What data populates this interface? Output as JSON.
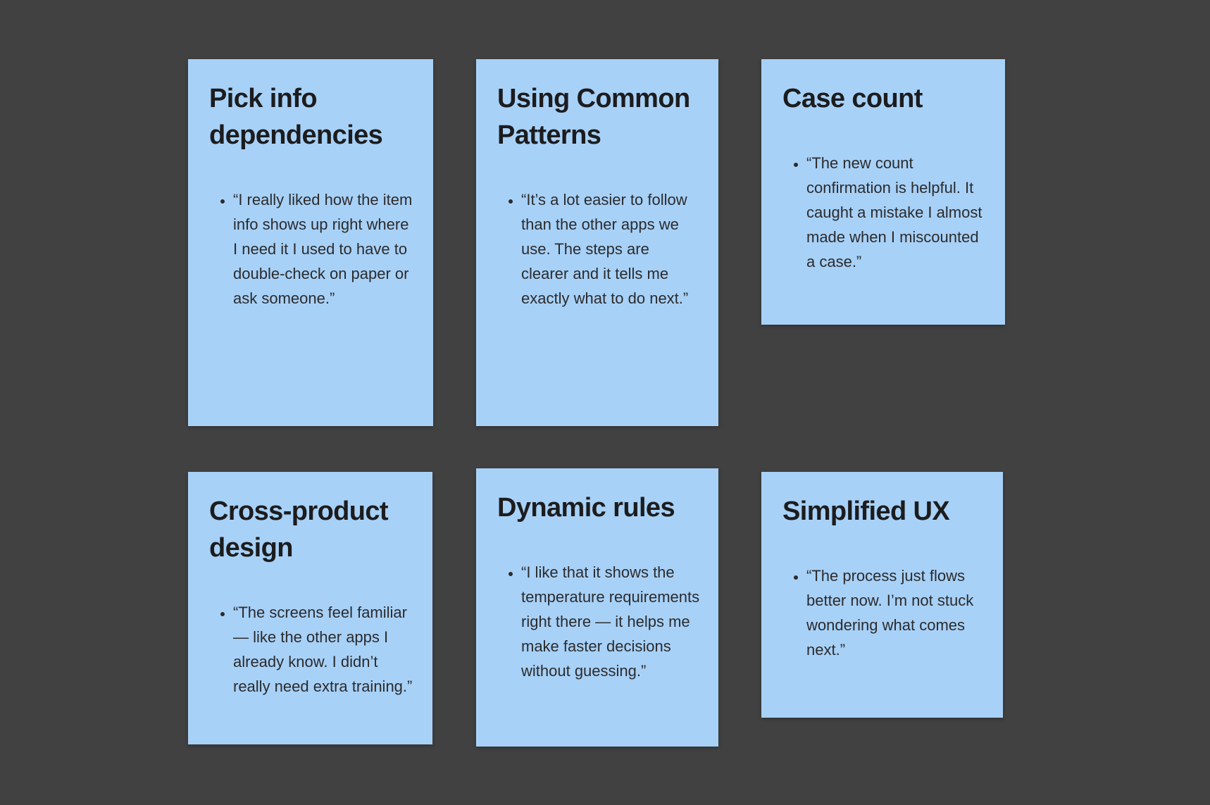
{
  "colors": {
    "canvas_background": "#414141",
    "note_background": "#a8d1f7",
    "title_text": "#1c1c1e",
    "body_text": "#2b2b2d"
  },
  "cards": [
    {
      "title": "Pick info dependencies",
      "quote": "“I really liked how the item info shows up right where I need it I used to have to double-check on paper or ask someone.”"
    },
    {
      "title": "Using Common Patterns",
      "quote": "“It’s a lot easier to follow than the other apps we use. The steps are clearer and it tells me exactly what to do next.”"
    },
    {
      "title": "Case count",
      "quote": "“The new count confirmation is helpful. It caught a mistake I almost made when I miscounted a case.”"
    },
    {
      "title": "Cross-product design",
      "quote": "“The screens feel familiar — like the other apps I already know. I didn’t really need extra training.”"
    },
    {
      "title": "Dynamic rules",
      "quote": "“I like that it shows the temperature requirements right there — it helps me make faster decisions without guessing.”"
    },
    {
      "title": "Simplified UX",
      "quote": "“The process just flows better now. I’m not stuck wondering what comes next.”"
    }
  ]
}
